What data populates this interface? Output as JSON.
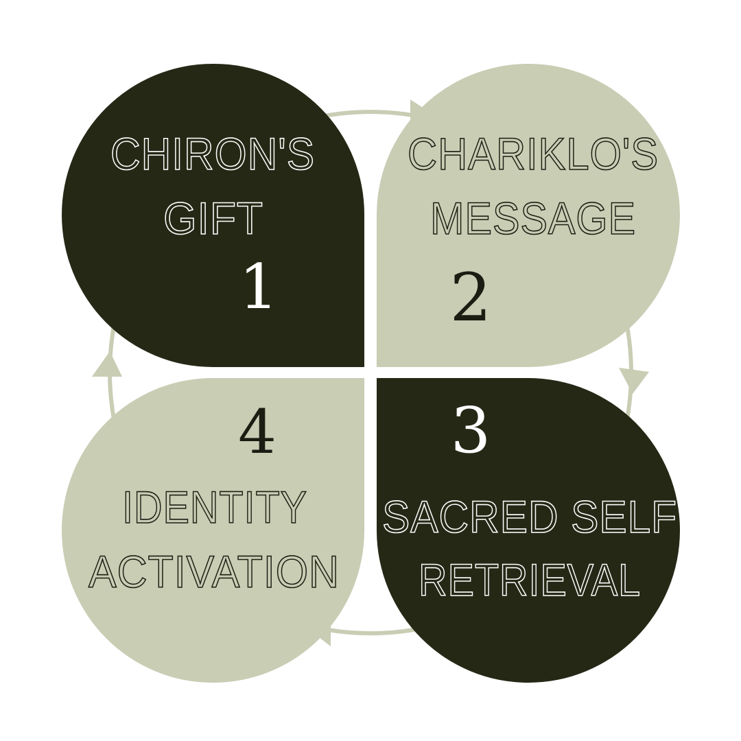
{
  "colors": {
    "dark": "#252815",
    "sage": "#c8cdb4",
    "arrow": "#c8cdb4",
    "background": "#ffffff"
  },
  "steps": [
    {
      "number": "1",
      "line1": "CHIRON'S",
      "line2": "GIFT",
      "fill": "dark",
      "text_color": "#ffffff"
    },
    {
      "number": "2",
      "line1": "CHARIKLO'S",
      "line2": "MESSAGE",
      "fill": "sage",
      "text_color": "#1b1d12"
    },
    {
      "number": "3",
      "line1": "SACRED SELF",
      "line2": "RETRIEVAL",
      "fill": "dark",
      "text_color": "#ffffff"
    },
    {
      "number": "4",
      "line1": "IDENTITY",
      "line2": "ACTIVATION",
      "fill": "sage",
      "text_color": "#1b1d12"
    }
  ],
  "cycle_arrows": [
    "1-to-2",
    "2-to-3",
    "3-to-4",
    "4-to-1"
  ]
}
